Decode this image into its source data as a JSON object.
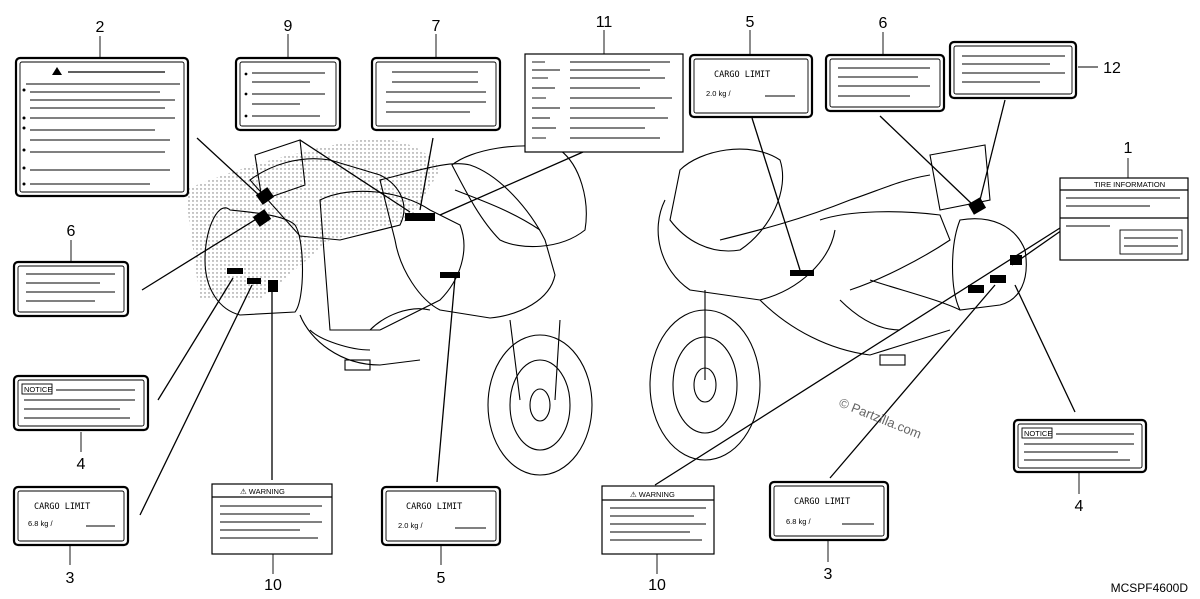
{
  "diagram_code": "MCSPF4600D",
  "watermark": "© Partzilla.com",
  "callouts": {
    "c2": "2",
    "c9": "9",
    "c7": "7",
    "c11": "11",
    "c5_top": "5",
    "c6_top": "6",
    "c12": "12",
    "c1": "1",
    "c6_left": "6",
    "c4_left": "4",
    "c3_left": "3",
    "c10_left": "10",
    "c5_bottom": "5",
    "c10_right": "10",
    "c3_right": "3",
    "c4_right": "4"
  },
  "labels": {
    "cargo_limit": "CARGO LIMIT",
    "cargo_weight_small": "2.0 kg  /",
    "cargo_weight_large": "6.8 kg  /",
    "notice": "NOTICE",
    "warning": "⚠ WARNING",
    "tire_information": "TIRE INFORMATION"
  }
}
